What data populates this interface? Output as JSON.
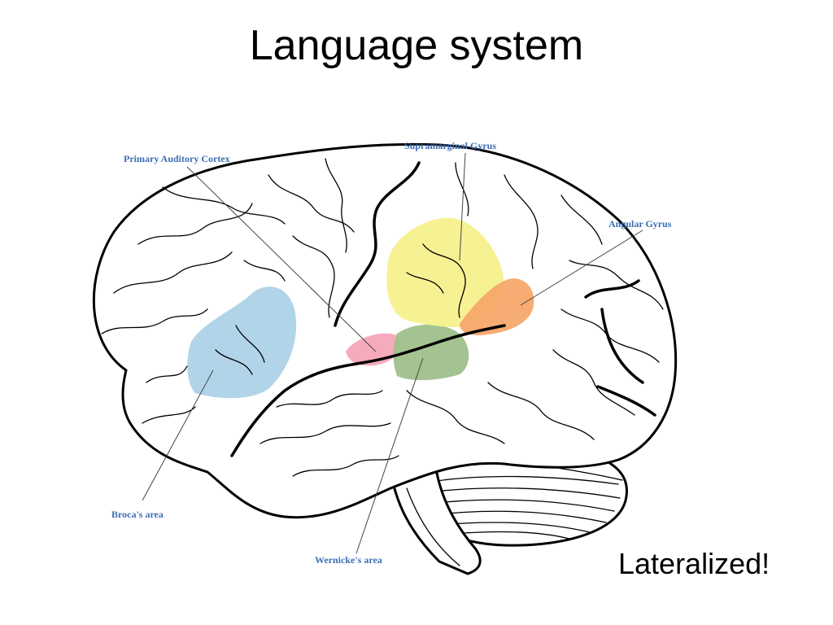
{
  "slide": {
    "title": "Language system",
    "footnote": "Lateralized!"
  },
  "diagram": {
    "labels": {
      "primary_auditory_cortex": "Primary Auditory Cortex",
      "supramarginal_gyrus": "Supramarginal Gyrus",
      "angular_gyrus": "Angular Gyrus",
      "brocas_area": "Broca's area",
      "wernickes_area": "Wernicke's area"
    },
    "label_color": "#3b6fb5",
    "region_colors": {
      "brocas_area": "#a8cfe6",
      "primary_auditory_cortex": "#f4a6b7",
      "wernickes_area": "#9fc08a",
      "supramarginal_gyrus": "#f6f08c",
      "angular_gyrus": "#f6a86a"
    }
  }
}
